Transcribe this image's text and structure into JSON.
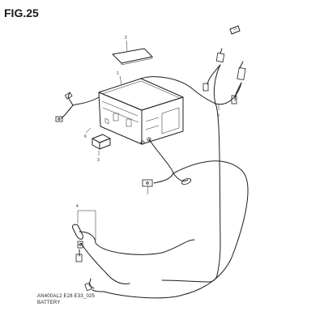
{
  "figure": {
    "title": "FIG.25",
    "model_code": "AN400AL2 E28 E33_025",
    "caption": "BATTERY"
  },
  "callouts": [
    "2",
    "1",
    "3",
    "5",
    "6",
    "4"
  ]
}
